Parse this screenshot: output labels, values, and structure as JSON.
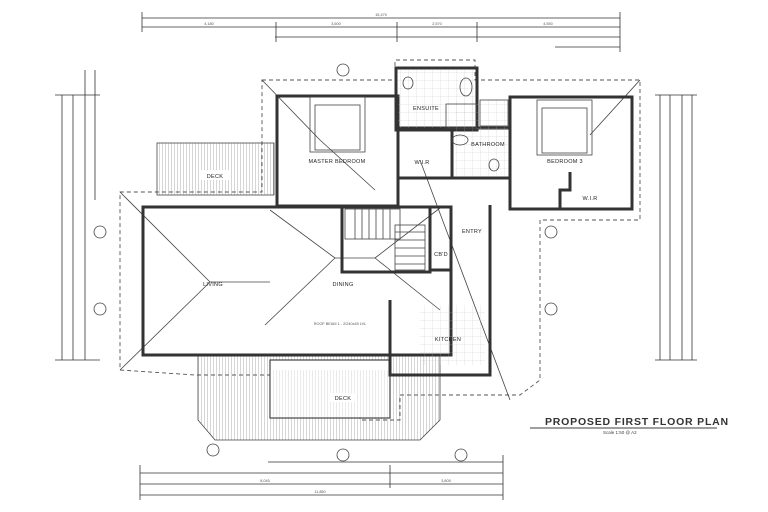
{
  "title": "PROPOSED FIRST FLOOR PLAN",
  "scale": "Scale 1:50 @ A2",
  "rooms": {
    "master_bedroom": "MASTER BEDROOM",
    "ensuite": "ENSUITE",
    "wir": "W.I.R",
    "bathroom": "BATHROOM",
    "bedroom3": "BEDROOM 3",
    "wir2": "W.I.R",
    "entry": "ENTRY",
    "cbd": "CB'D",
    "living": "LIVING",
    "dining": "DINING",
    "kitchen": "KITCHEN",
    "deck_top": "DECK",
    "deck_bottom": "DECK"
  },
  "dimensions": {
    "top_overall": "15,470",
    "top": [
      "4,180",
      "3,600",
      "2,570",
      "4,550"
    ],
    "bottom_overall": "11,850",
    "bottom": [
      "8,045",
      "3,805"
    ]
  },
  "notes": {
    "roof_beam": "ROOF BEAM 1 - 2/240x45 LVL"
  }
}
